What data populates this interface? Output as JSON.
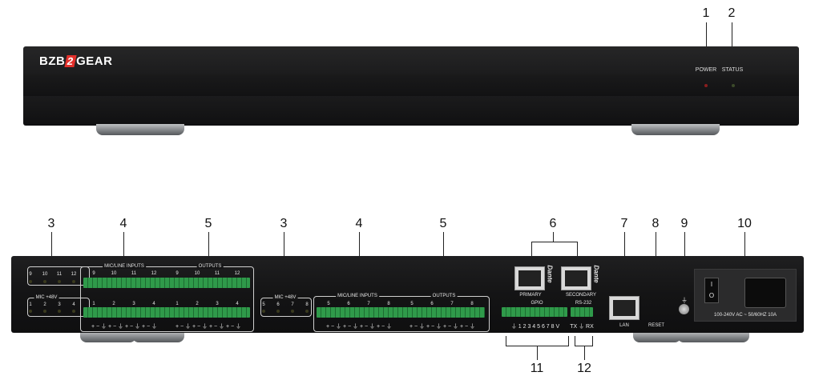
{
  "callouts": {
    "front": [
      "1",
      "2"
    ],
    "rear": [
      "3",
      "4",
      "5",
      "3",
      "4",
      "5",
      "6",
      "7",
      "8",
      "9",
      "10",
      "11",
      "12"
    ]
  },
  "front_panel": {
    "brand": "BZB",
    "brand_mid": "2",
    "brand_end": "GEAR",
    "power_label": "POWER",
    "status_label": "STATUS",
    "power_led_color": "#8a1e1e",
    "status_led_color": "#3c4a2a"
  },
  "rear_panel": {
    "mic48_top_numbers": [
      "9",
      "10",
      "11",
      "12"
    ],
    "mic48_left_label": "MIC +48V",
    "mic48_left_numbers": [
      "1",
      "2",
      "3",
      "4"
    ],
    "mic_line_inputs_label": "MIC/LINE INPUTS",
    "outputs_label": "OUTPUTS",
    "inputs_left_top_numbers": [
      "9",
      "10",
      "11",
      "12"
    ],
    "inputs_left_bottom_numbers": [
      "1",
      "2",
      "3",
      "4"
    ],
    "outputs_left_top_numbers": [
      "9",
      "10",
      "11",
      "12"
    ],
    "outputs_left_bottom_numbers": [
      "1",
      "2",
      "3",
      "4"
    ],
    "pin_legend": "+ − ⏚ + − ⏚ + − ⏚ + − ⏚",
    "mic48_mid_label": "MIC +48V",
    "mic48_mid_numbers": [
      "5",
      "6",
      "7",
      "8"
    ],
    "inputs_mid_numbers": [
      "5",
      "6",
      "7",
      "8"
    ],
    "outputs_mid_numbers": [
      "5",
      "6",
      "7",
      "8"
    ],
    "gpio_label": "GPIO",
    "rs232_label": "RS-232",
    "gpio_pins": "⏚ 1 2 3 4 5 6 7 8 V",
    "rs232_pins": "TX ⏚ RX",
    "dante_brand": "Dante",
    "primary_label": "PRIMARY",
    "secondary_label": "SECONDARY",
    "lan_label": "LAN",
    "reset_label": "RESET",
    "ground_symbol": "⏚",
    "power_rating": "100-240V AC ~ 50/60HZ 10A",
    "switch_on": "I",
    "switch_off": "O"
  }
}
